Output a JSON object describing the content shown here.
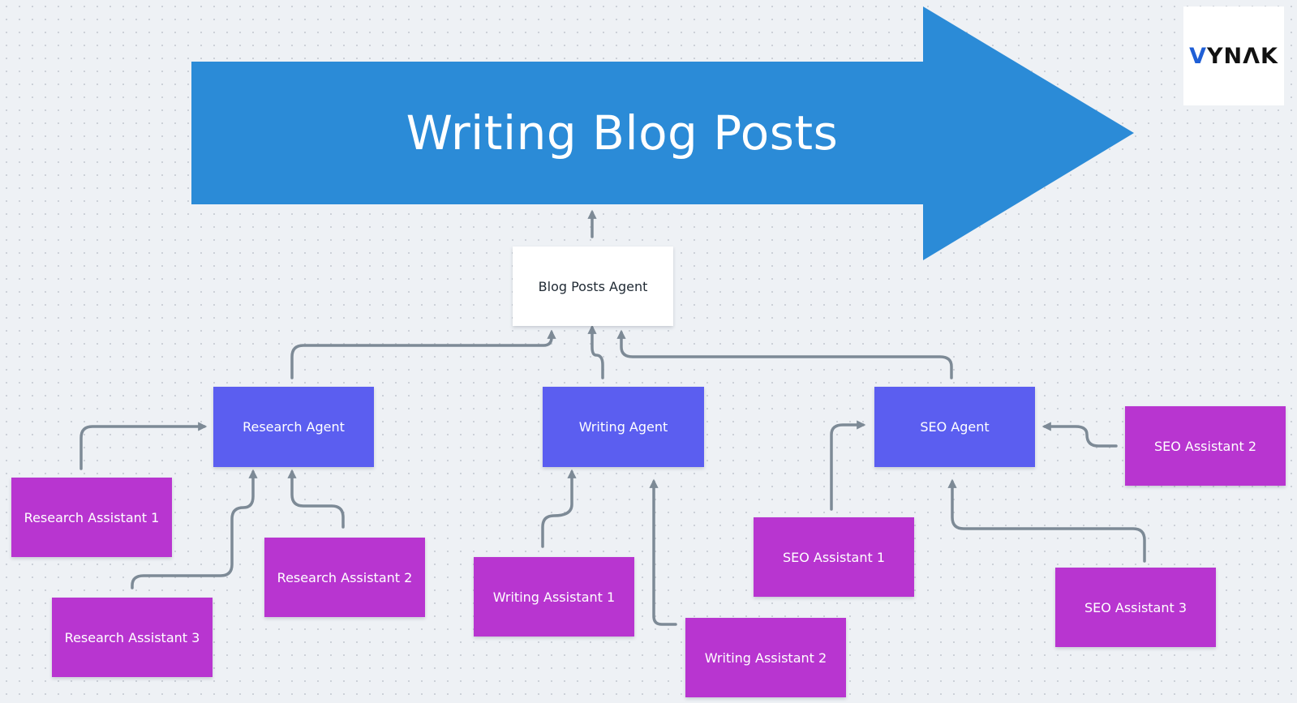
{
  "diagram": {
    "banner": {
      "title": "Writing Blog Posts",
      "color": "#2b8bd7"
    },
    "logo": {
      "first_letter": "V",
      "rest": "YNΛK",
      "accent_color": "#1f5fd6"
    },
    "colors": {
      "root": "#ffffff",
      "agent": "#5b5ef0",
      "assistant": "#b835d0",
      "connector": "#7d8a96"
    },
    "nodes": {
      "blog_posts_agent": "Blog Posts Agent",
      "research_agent": "Research Agent",
      "writing_agent": "Writing Agent",
      "seo_agent": "SEO Agent",
      "research_assistant_1": "Research Assistant 1",
      "research_assistant_2": "Research Assistant 2",
      "research_assistant_3": "Research Assistant 3",
      "writing_assistant_1": "Writing Assistant 1",
      "writing_assistant_2": "Writing Assistant 2",
      "seo_assistant_1": "SEO Assistant 1",
      "seo_assistant_2": "SEO Assistant 2",
      "seo_assistant_3": "SEO Assistant 3"
    },
    "edges": [
      {
        "from": "blog_posts_agent",
        "to": "banner"
      },
      {
        "from": "research_agent",
        "to": "blog_posts_agent"
      },
      {
        "from": "writing_agent",
        "to": "blog_posts_agent"
      },
      {
        "from": "seo_agent",
        "to": "blog_posts_agent"
      },
      {
        "from": "research_assistant_1",
        "to": "research_agent"
      },
      {
        "from": "research_assistant_2",
        "to": "research_agent"
      },
      {
        "from": "research_assistant_3",
        "to": "research_agent"
      },
      {
        "from": "writing_assistant_1",
        "to": "writing_agent"
      },
      {
        "from": "writing_assistant_2",
        "to": "writing_agent"
      },
      {
        "from": "seo_assistant_1",
        "to": "seo_agent"
      },
      {
        "from": "seo_assistant_2",
        "to": "seo_agent"
      },
      {
        "from": "seo_assistant_3",
        "to": "seo_agent"
      }
    ]
  }
}
